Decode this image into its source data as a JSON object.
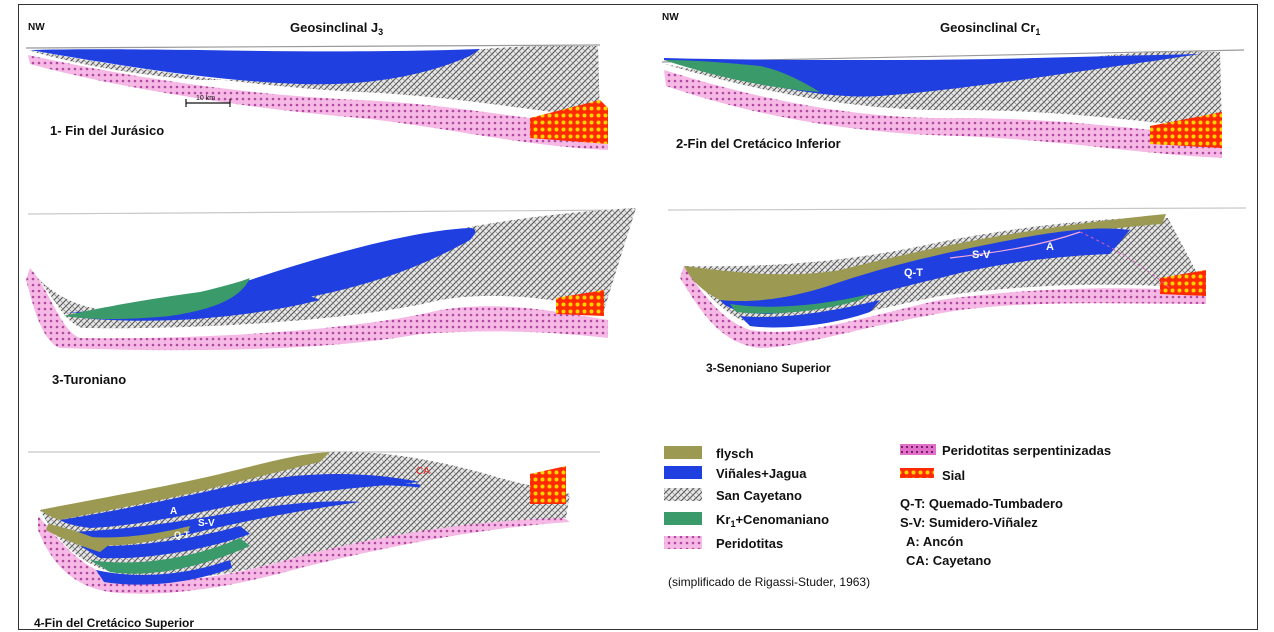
{
  "headers": {
    "left_orientation": "NW",
    "right_orientation": "NW",
    "left_title": "Geosinclinal J",
    "left_title_sub": "3",
    "right_title": "Geosinclinal Cr",
    "right_title_sub": "1"
  },
  "panels": {
    "p1": {
      "label": "1- Fin del Jurásico",
      "scale_label": "10 km"
    },
    "p2": {
      "label": "2-Fin del Cretácico Inferior"
    },
    "p3": {
      "label": "3-Turoniano"
    },
    "p4": {
      "label": "3-Senoniano Superior",
      "units": {
        "qt": "Q-T",
        "sv": "S-V",
        "a": "A"
      }
    },
    "p5": {
      "label": "4-Fin del Cretácico Superior",
      "units": {
        "a": "A",
        "sv": "S-V",
        "qt": "Q-T",
        "ca": "CA"
      }
    }
  },
  "legend": {
    "items_left": [
      {
        "key": "flysch",
        "label": "flysch",
        "color": "#9c9a52"
      },
      {
        "key": "vinales",
        "label": "Viñales+Jagua",
        "color": "#1f3fe0"
      },
      {
        "key": "sancayetano",
        "label": "San Cayetano",
        "color": "#cfcfcf"
      },
      {
        "key": "kr1",
        "label": "Kr",
        "sub": "1",
        "label_rest": "+Cenomaniano",
        "color": "#3a9a6a"
      },
      {
        "key": "peridotitas",
        "label": "Peridotitas",
        "color": "#f2a8dc"
      }
    ],
    "items_right": [
      {
        "key": "perser",
        "label": "Peridotitas serpentinizadas",
        "color": "#d060b8"
      },
      {
        "key": "sial",
        "label": "Sial",
        "color": "#ff2a00"
      }
    ],
    "abbreviations": [
      {
        "abbr": "Q-T",
        "text": "Q-T: Quemado-Tumbadero"
      },
      {
        "abbr": "S-V",
        "text": "S-V: Sumidero-Viñalez"
      },
      {
        "abbr": "A",
        "text": "A: Ancón"
      },
      {
        "abbr": "CA",
        "text": "CA: Cayetano"
      }
    ],
    "source": "(simplificado de Rigassi-Studer, 1963)"
  },
  "colors": {
    "flysch": "#9c9a52",
    "vinales": "#1f3fe0",
    "kr1": "#3a9a6a",
    "peridotitas": "#f2a8dc",
    "sial": "#ff2a00",
    "sancayetano": "#d9d9d9"
  }
}
